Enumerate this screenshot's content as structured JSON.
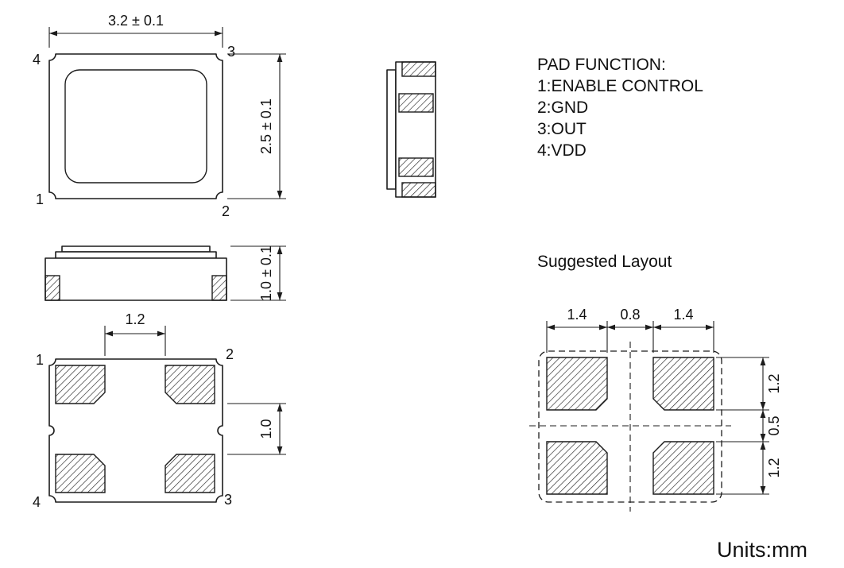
{
  "top_view": {
    "dim_width": "3.2 ± 0.1",
    "dim_height": "2.5 ± 0.1",
    "pin_top_left": "4",
    "pin_top_right": "3",
    "pin_bottom_left": "1",
    "pin_bottom_right": "2"
  },
  "side_view": {
    "dim_height": "1.0 ± 0.1"
  },
  "bottom_view": {
    "dim_pad_inner_gap": "1.2",
    "dim_pad_row_gap": "1.0",
    "pin_top_left": "1",
    "pin_top_right": "2",
    "pin_bottom_left": "4",
    "pin_bottom_right": "3"
  },
  "pad_function": {
    "title": "PAD FUNCTION:",
    "items": [
      "1:ENABLE CONTROL",
      "2:GND",
      "3:OUT",
      "4:VDD"
    ]
  },
  "suggested_layout": {
    "title": "Suggested Layout",
    "dims_top": [
      "1.4",
      "0.8",
      "1.4"
    ],
    "dims_right": [
      "1.2",
      "0.5",
      "1.2"
    ]
  },
  "footer": {
    "units": "Units:mm"
  }
}
